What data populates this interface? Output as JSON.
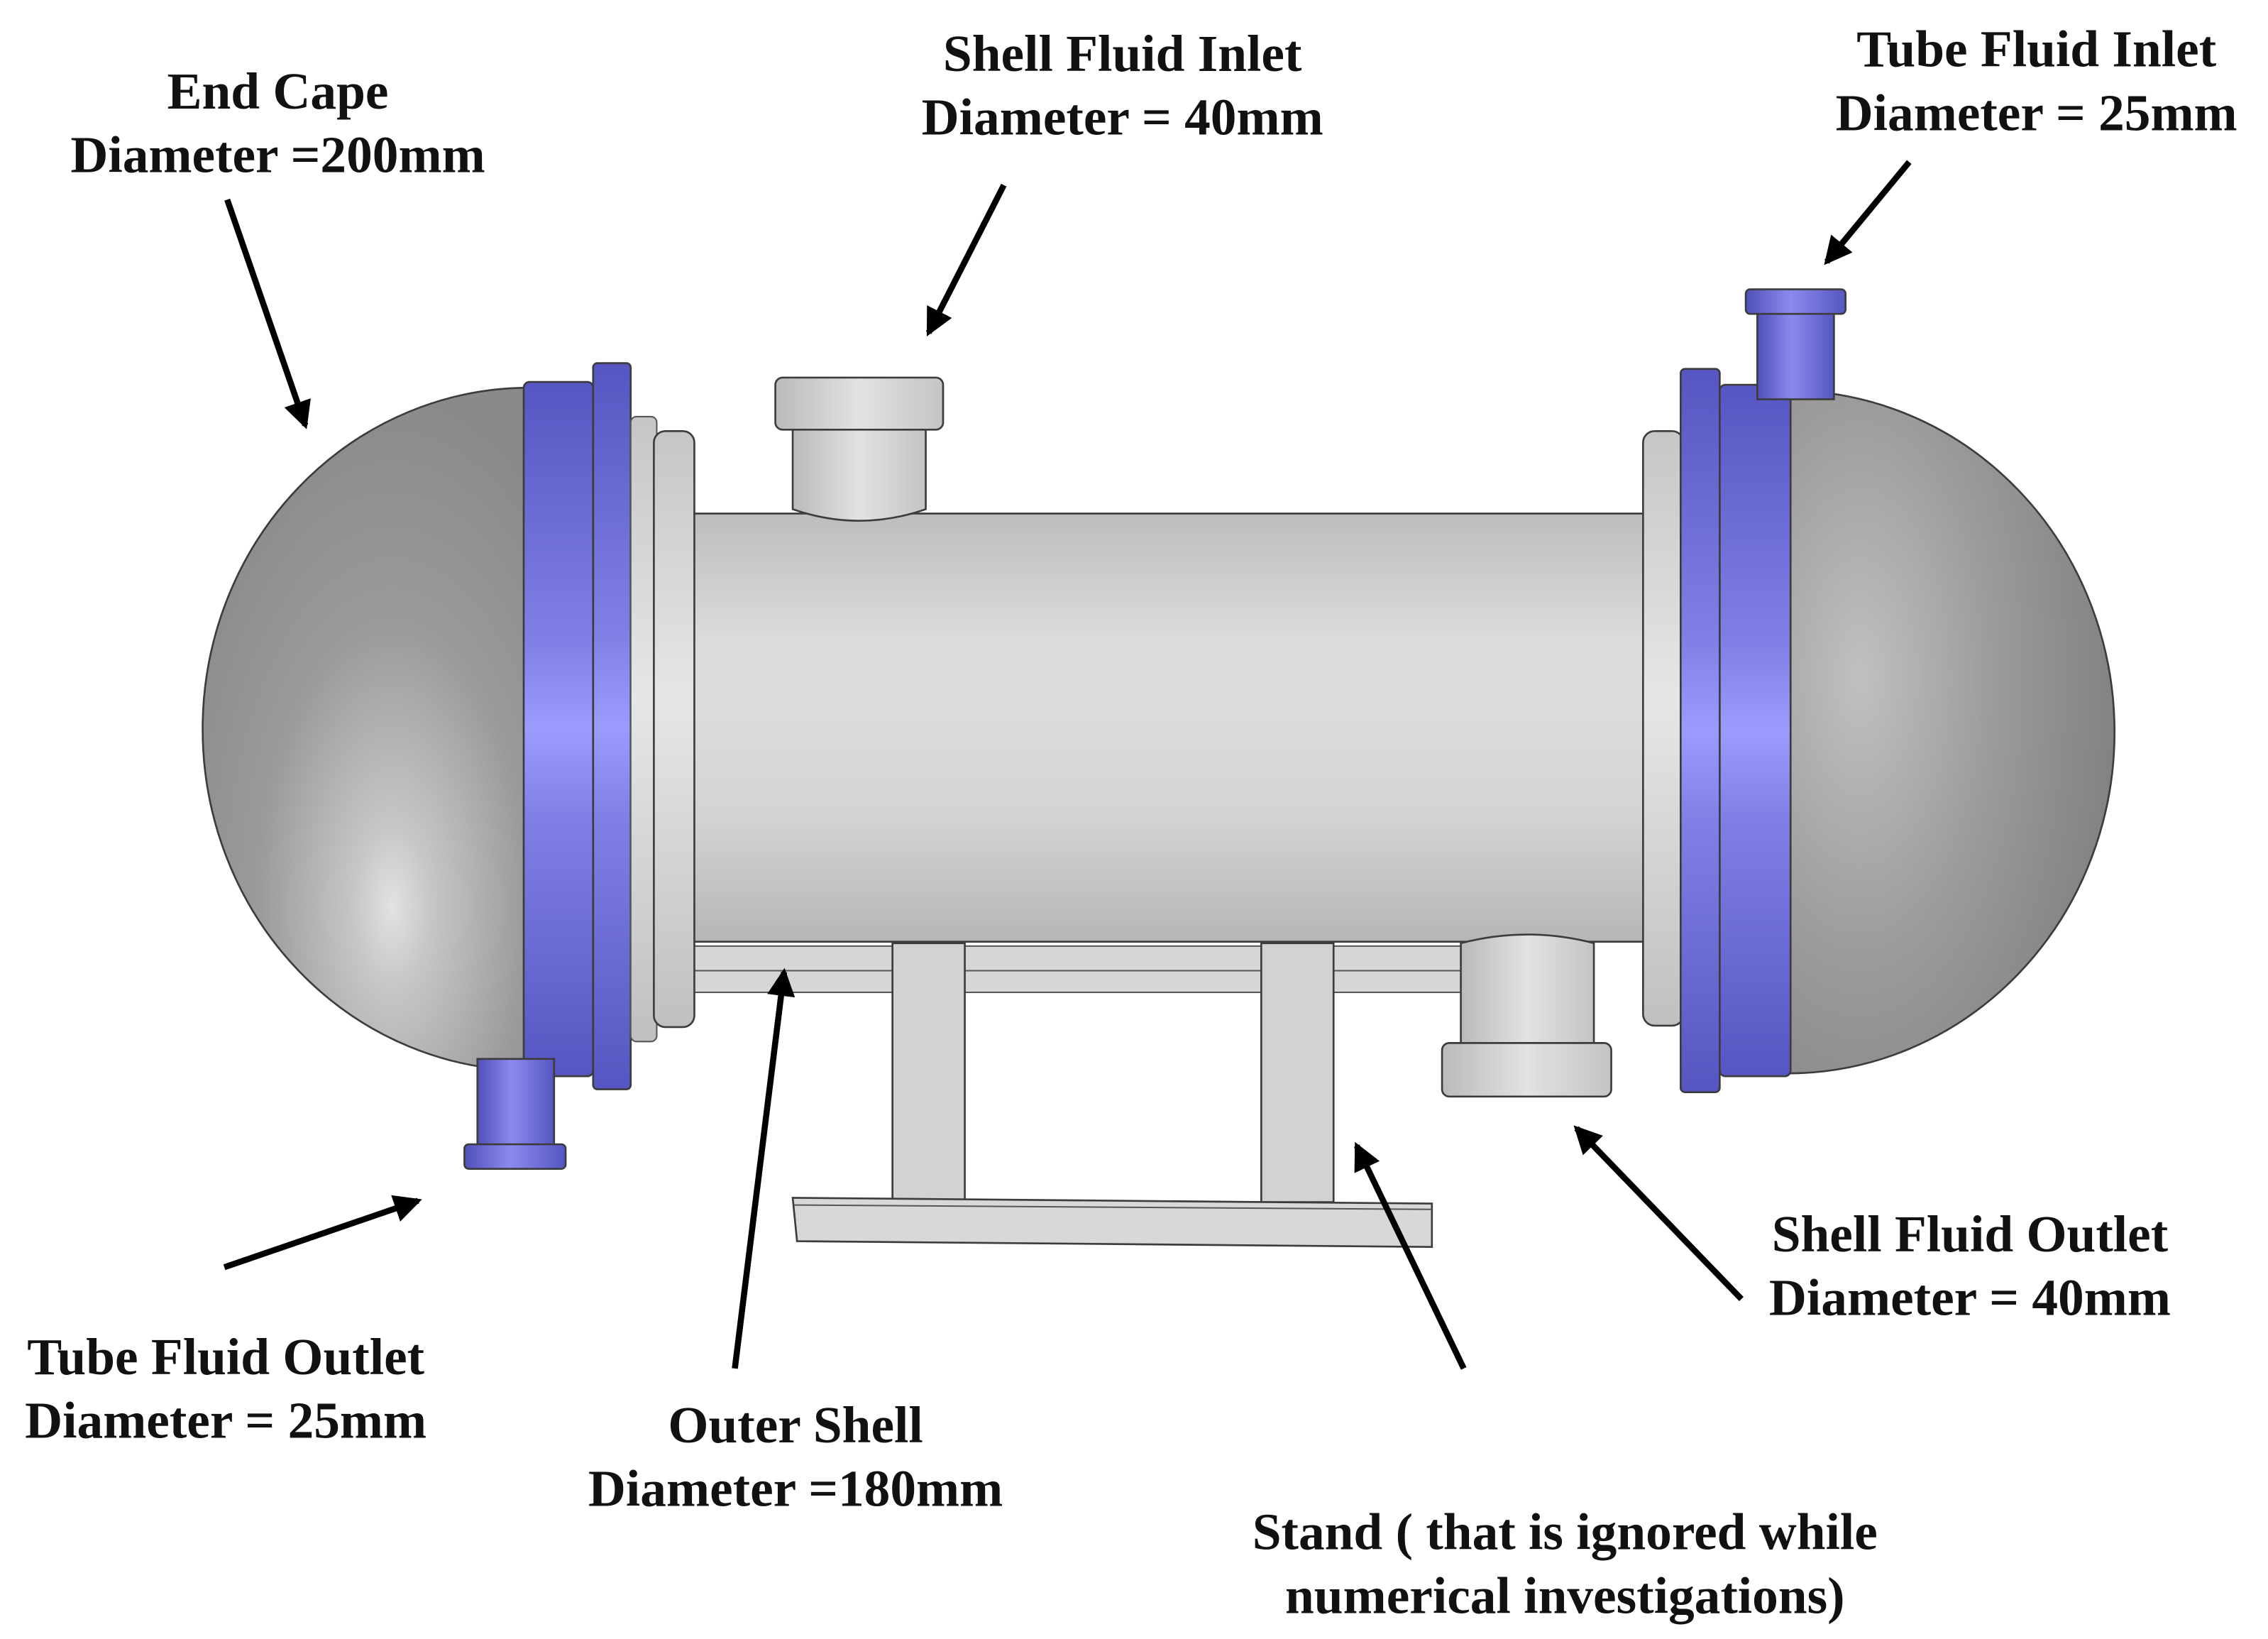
{
  "labels": {
    "end_cap": {
      "title": "End Cape",
      "diameter": "Diameter =200mm"
    },
    "shell_inlet": {
      "title": "Shell Fluid Inlet",
      "diameter": "Diameter = 40mm"
    },
    "tube_inlet": {
      "title": "Tube Fluid Inlet",
      "diameter": "Diameter = 25mm"
    },
    "tube_outlet": {
      "title": "Tube Fluid Outlet",
      "diameter": "Diameter = 25mm"
    },
    "outer_shell": {
      "title": "Outer Shell",
      "diameter": "Diameter =180mm"
    },
    "stand": {
      "line1": "Stand ( that is ignored while",
      "line2": "numerical investigations)"
    },
    "shell_outlet": {
      "title": "Shell Fluid Outlet",
      "diameter": "Diameter = 40mm"
    }
  },
  "colors": {
    "flange_dark": "#5656c2",
    "flange_light": "#9c9cff",
    "shell_gray": "#dcdcdc",
    "dome_gray": "#9a9a9a",
    "arrow": "#000000",
    "background": "#ffffff"
  }
}
